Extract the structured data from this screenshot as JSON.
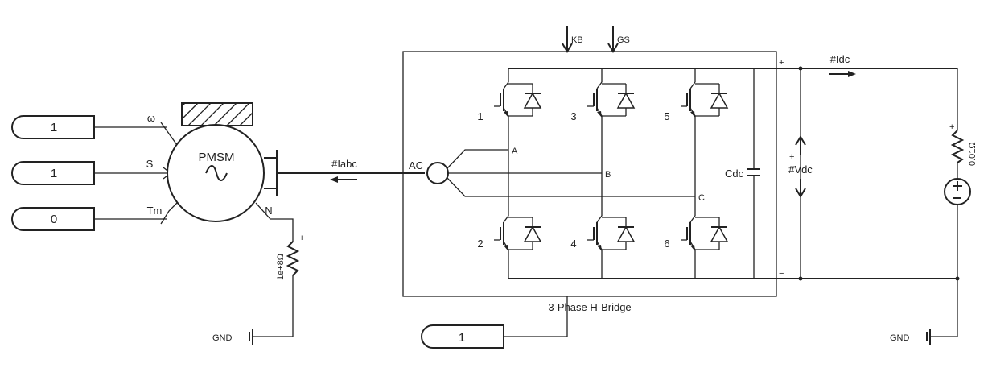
{
  "constants": [
    {
      "value": "1",
      "port": "ω"
    },
    {
      "value": "1",
      "port": "S"
    },
    {
      "value": "0",
      "port": "Tm"
    }
  ],
  "bridge_const": "1",
  "motor": {
    "label": "PMSM",
    "neutral": "N"
  },
  "neutral_resistor": {
    "value": "1e+8Ω",
    "polarity": "+"
  },
  "gnd_label": "GND",
  "iabc": "#Iabc",
  "ac_label": "AC",
  "phases": [
    "A",
    "B",
    "C"
  ],
  "switches": [
    "1",
    "3",
    "5",
    "2",
    "4",
    "6"
  ],
  "bridge": {
    "title": "3-Phase H-Bridge",
    "inputs": [
      "KB",
      "GS"
    ],
    "cap": "Cdc",
    "plus": "+",
    "minus": "−"
  },
  "vdc": {
    "label": "#Vdc",
    "plus": "+"
  },
  "idc": "#Idc",
  "load_resistor": {
    "value": "0.01Ω",
    "polarity": "+"
  }
}
